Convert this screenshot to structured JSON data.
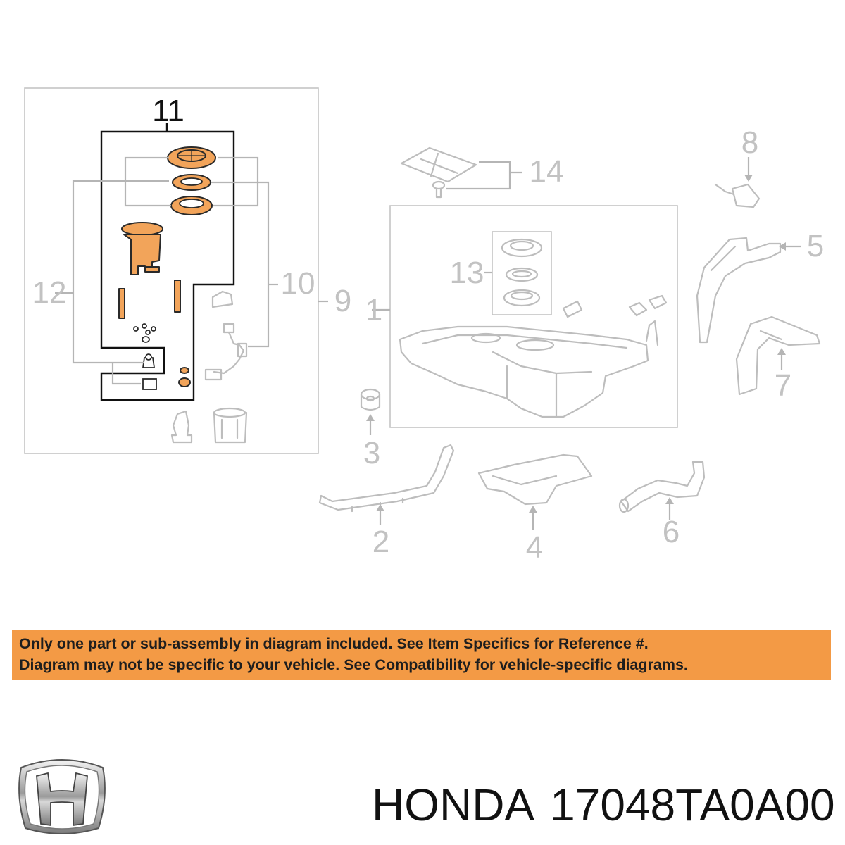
{
  "callouts": {
    "n1": "1",
    "n2": "2",
    "n3": "3",
    "n4": "4",
    "n5": "5",
    "n6": "6",
    "n7": "7",
    "n8": "8",
    "n9": "9",
    "n10": "10",
    "n11": "11",
    "n12": "12",
    "n13": "13",
    "n14": "14"
  },
  "highlight_color": "#f2a45a",
  "banner": {
    "line1": "Only one part or sub-assembly in diagram included. See Item Specifics for Reference #.",
    "line2": "Diagram may not be specific to your vehicle. See Compatibility for vehicle-specific diagrams.",
    "color": "#f39a45"
  },
  "product": {
    "brand": "HONDA",
    "part_number": "17048TA0A00",
    "logo_icon": "honda-h-logo-icon"
  }
}
